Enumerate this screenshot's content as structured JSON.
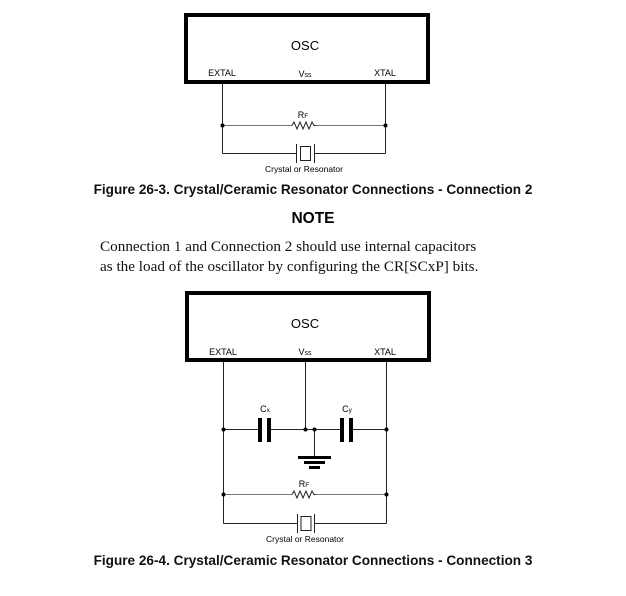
{
  "figure_1": {
    "block_label": "OSC",
    "pins": {
      "left": "EXTAL",
      "middle": "Vss",
      "right": "XTAL"
    },
    "resistor_label": "R",
    "resistor_subscript": "F",
    "crystal_label": "Crystal or Resonator",
    "caption": "Figure 26-3. Crystal/Ceramic Resonator Connections - Connection 2"
  },
  "note": {
    "title": "NOTE",
    "lines": [
      "Connection 1 and Connection 2 should use internal capacitors",
      "as the load of the oscillator by configuring the CR[SCxP] bits."
    ]
  },
  "figure_2": {
    "block_label": "OSC",
    "pins": {
      "left": "EXTAL",
      "middle": "Vss",
      "right": "XTAL"
    },
    "cap_left_label": "C",
    "cap_left_subscript": "x",
    "cap_right_label": "C",
    "cap_right_subscript": "y",
    "resistor_label": "R",
    "resistor_subscript": "F",
    "crystal_label": "Crystal or Resonator",
    "caption": "Figure 26-4. Crystal/Ceramic Resonator Connections - Connection 3"
  }
}
